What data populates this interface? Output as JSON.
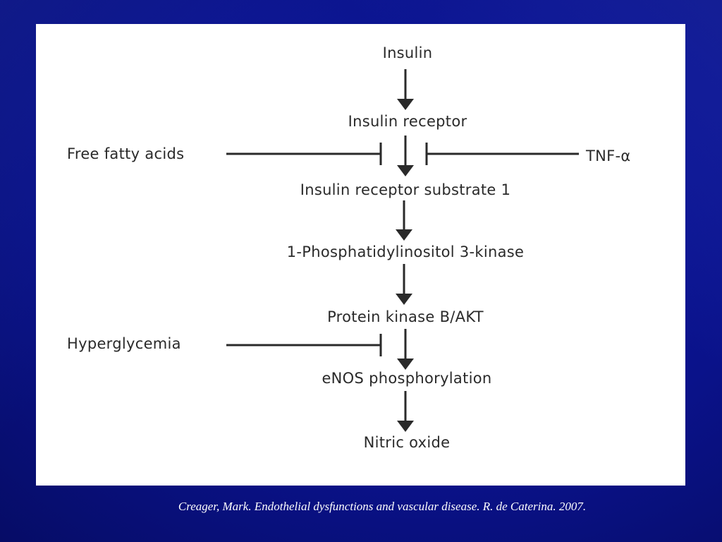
{
  "diagram": {
    "pathway": [
      "Insulin",
      "Insulin receptor",
      "Insulin receptor substrate 1",
      "1-Phosphatidylinositol 3-kinase",
      "Protein kinase B/AKT",
      "eNOS phosphorylation",
      "Nitric oxide"
    ],
    "inhibitors": {
      "free_fatty_acids": "Free fatty acids",
      "tnf_alpha": "TNF-α",
      "hyperglycemia": "Hyperglycemia"
    }
  },
  "citation": "Creager, Mark. Endothelial dysfunctions and vascular disease. R. de Caterina. 2007."
}
